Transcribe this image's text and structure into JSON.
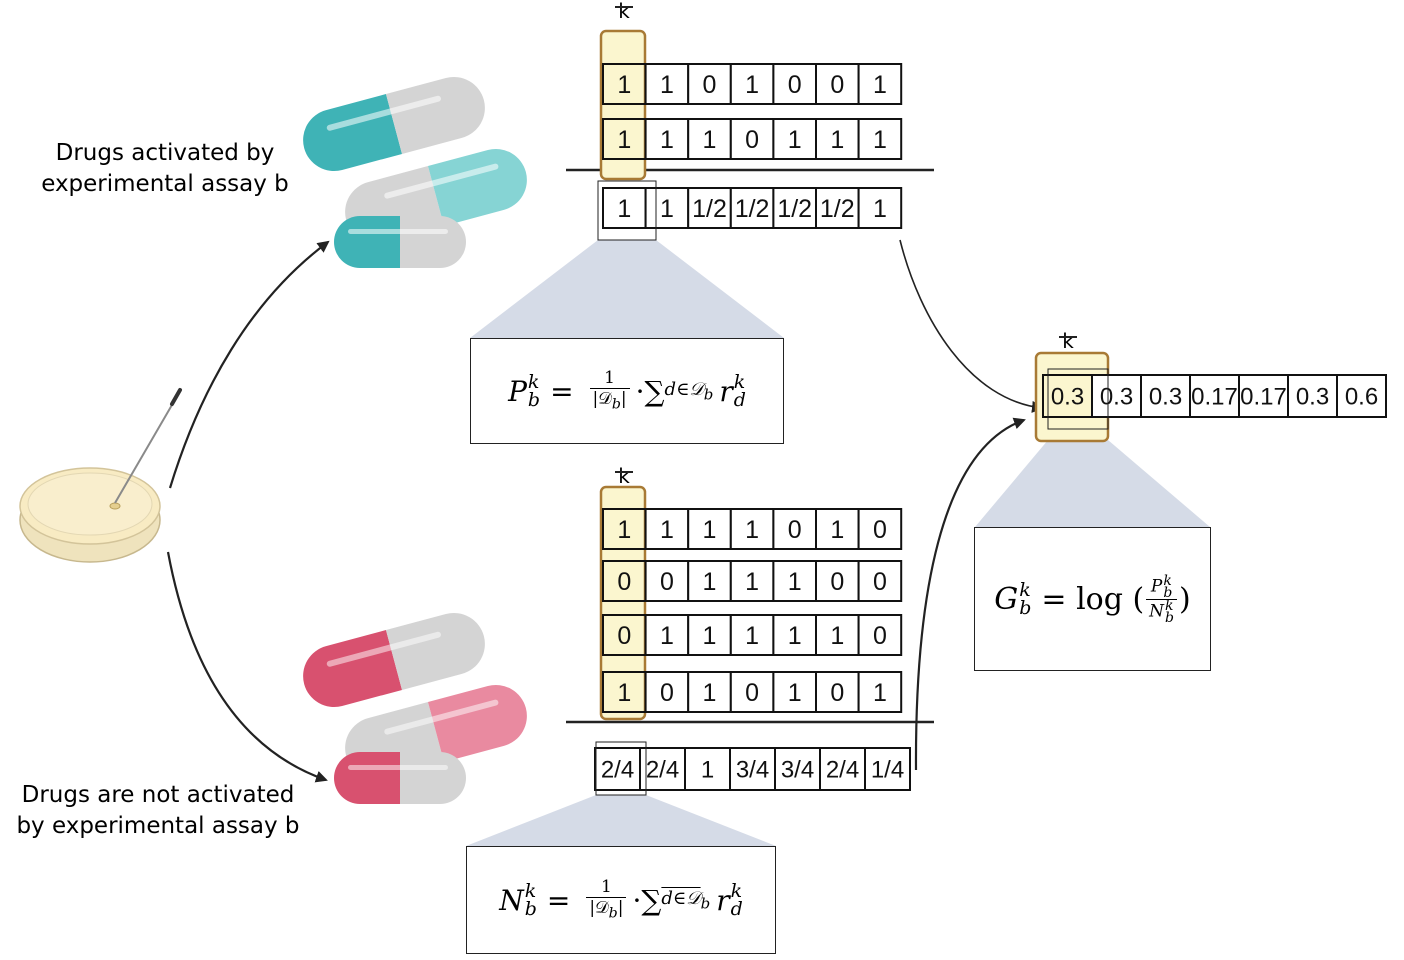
{
  "labels": {
    "activated": [
      "Drugs activated by",
      "experimental assay b"
    ],
    "not_activated": [
      "Drugs are not activated",
      "by experimental assay b"
    ],
    "k_marker": "k"
  },
  "positive": {
    "rows": [
      [
        "1",
        "1",
        "0",
        "1",
        "0",
        "0",
        "1"
      ],
      [
        "1",
        "1",
        "1",
        "0",
        "1",
        "1",
        "1"
      ]
    ],
    "result": [
      "1",
      "1",
      "1/2",
      "1/2",
      "1/2",
      "1/2",
      "1"
    ]
  },
  "negative": {
    "rows": [
      [
        "1",
        "1",
        "1",
        "1",
        "0",
        "1",
        "0"
      ],
      [
        "0",
        "0",
        "1",
        "1",
        "1",
        "0",
        "0"
      ],
      [
        "0",
        "1",
        "1",
        "1",
        "1",
        "1",
        "0"
      ],
      [
        "1",
        "0",
        "1",
        "0",
        "1",
        "0",
        "1"
      ]
    ],
    "result": [
      "2/4",
      "2/4",
      "1",
      "3/4",
      "3/4",
      "2/4",
      "1/4"
    ]
  },
  "gain": {
    "values": [
      "0.3",
      "0.3",
      "0.3",
      "0.17",
      "0.17",
      "0.3",
      "0.6"
    ]
  },
  "formulas": {
    "P": {
      "lhs": "P",
      "sup": "k",
      "sub": "b",
      "eq": "=",
      "num": "1",
      "den": "|𝒟",
      "den_sub": "b",
      "den_end": "|",
      "dot": "·",
      "sum": "∑",
      "sum_sub": "d∈𝒟",
      "sum_sub2": "b",
      "r": "r",
      "r_sup": "k",
      "r_sub": "d"
    },
    "N": {
      "lhs": "N",
      "sup": "k",
      "sub": "b",
      "eq": "=",
      "num": "1",
      "den": "|𝒟",
      "den_sub": "b",
      "den_end": "|",
      "dot": "·",
      "sum": "∑",
      "sum_sub": "d∈𝒟",
      "sum_sub2": "b",
      "r": "r",
      "r_sup": "k",
      "r_sub": "d"
    },
    "G": {
      "lhs": "G",
      "sup": "k",
      "sub": "b",
      "eq": "= log (",
      "num": "P",
      "num_sup": "k",
      "num_sub": "b",
      "den": "N",
      "den_sup": "k",
      "den_sub": "b",
      "close": ")"
    }
  },
  "colors": {
    "teal": "#3fb3b6",
    "teal_light": "#86d4d4",
    "pink": "#d8516f",
    "pink_light": "#e98aa0",
    "capsule_grey": "#d4d4d4",
    "highlight_fill": "#fbf6cf",
    "highlight_stroke": "#a87a35",
    "wedge": "#d5dbe7",
    "dish": "#f5e7b8"
  }
}
